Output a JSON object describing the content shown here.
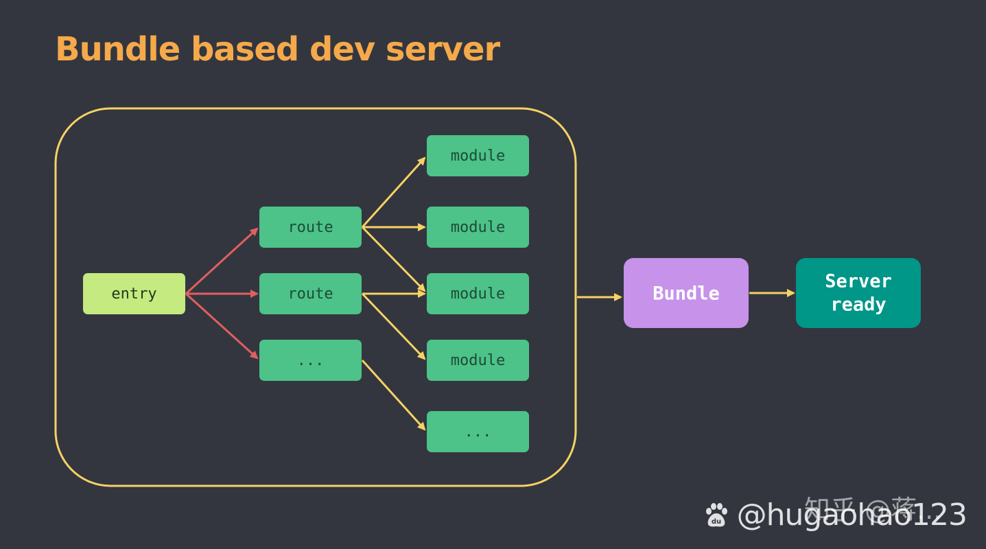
{
  "title": "Bundle based dev server",
  "colors": {
    "background": "#33363f",
    "title": "#f5a94a",
    "container_border": "#f6d264",
    "entry_fill": "#c5ea7f",
    "entry_text": "#1e3a1e",
    "node_fill": "#4dc289",
    "node_text": "#1b4c36",
    "red_arrow": "#e06060",
    "yellow_arrow": "#f6d264",
    "bundle_fill": "#c792ea",
    "server_fill": "#009688",
    "light_text": "#ffffff"
  },
  "nodes": {
    "entry": "entry",
    "route_1": "route",
    "route_2": "route",
    "route_3": "...",
    "module_1": "module",
    "module_2": "module",
    "module_3": "module",
    "module_4": "module",
    "module_5": "...",
    "bundle": "Bundle",
    "server_ready_line1": "Server",
    "server_ready_line2": "ready"
  },
  "watermark": {
    "text": "@hugaohao123",
    "overlay": "知乎 @蒋...",
    "icon": "baidu-paw-icon"
  }
}
